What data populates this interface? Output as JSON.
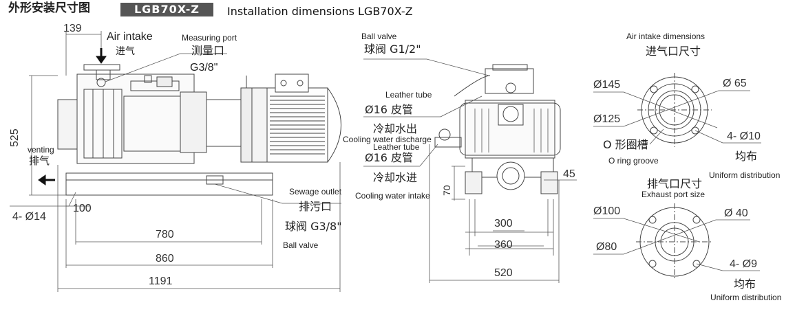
{
  "header": {
    "title_cn": "外形安装尺寸图",
    "model_box": "LGB70X-Z",
    "title_en": "Installation dimensions LGB70X-Z"
  },
  "side_view": {
    "dim_139": "139",
    "air_intake_en": "Air intake",
    "air_intake_cn": "进气",
    "measuring_port_en": "Measuring port",
    "measuring_port_cn": "测量口",
    "measuring_port_size": "G3/8\"",
    "height_525": "525",
    "venting_en": "venting",
    "venting_cn": "排气",
    "holes": "4- Ø14",
    "dim_100": "100",
    "dim_780": "780",
    "dim_860": "860",
    "dim_1191": "1191",
    "sewage_outlet_en": "Sewage outlet",
    "sewage_outlet_cn": "排污口",
    "ball_valve_size_cn": "球阀 G3/8\"",
    "ball_valve_en": "Ball valve"
  },
  "front_view": {
    "ball_valve_en": "Ball valve",
    "ball_valve_cn": "球阀 G1/2\"",
    "leather_tube_en_1": "Leather tube",
    "tube_cn_1": "Ø16 皮管",
    "cooling_discharge_cn": "冷却水出",
    "cooling_discharge_en": "Cooling water discharge",
    "leather_tube_en_2": "Leather tube",
    "tube_cn_2": "Ø16 皮管",
    "cooling_intake_cn": "冷却水进",
    "cooling_intake_en": "Cooling water intake",
    "dim_70": "70",
    "dim_45": "45",
    "dim_300": "300",
    "dim_360": "360",
    "dim_520": "520"
  },
  "intake_flange": {
    "title_en": "Air intake dimensions",
    "title_cn": "进气口尺寸",
    "d145": "Ø145",
    "d65": "Ø 65",
    "d125": "Ø125",
    "oring_cn": "O 形圈槽",
    "oring_en": "O ring groove",
    "holes": "4- Ø10",
    "uniform_cn": "均布",
    "uniform_en": "Uniform distribution"
  },
  "exhaust_flange": {
    "title_cn": "排气口尺寸",
    "title_en": "Exhaust port size",
    "d100": "Ø100",
    "d40": "Ø 40",
    "d80": "Ø80",
    "holes": "4- Ø9",
    "uniform_cn": "均布",
    "uniform_en": "Uniform distribution"
  }
}
